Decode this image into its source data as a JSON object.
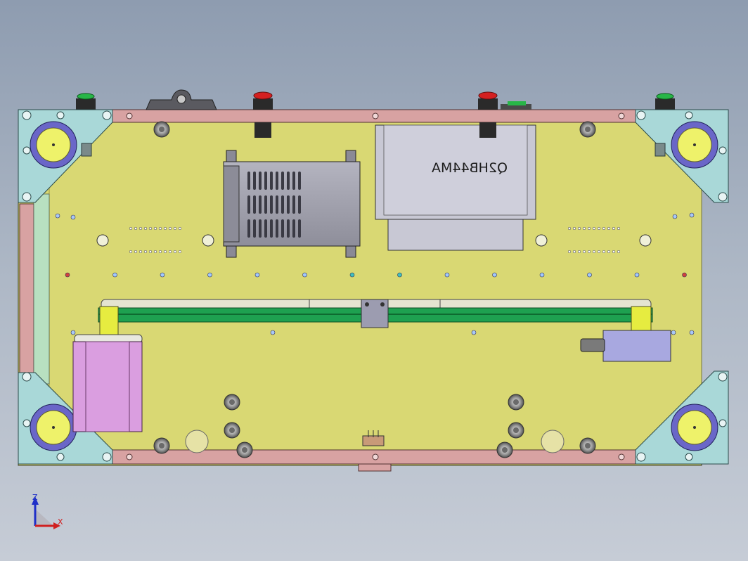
{
  "viewport": {
    "background_top": "#8e9cb0",
    "background_bottom": "#c6ccd6"
  },
  "model": {
    "part_label": "Q2HB44MA",
    "part_label_mirrored": true,
    "colors": {
      "base_plate": "#d9d873",
      "frame_rail": "#d8a2a2",
      "corner_bracket": "#a9d8d8",
      "foot_outer": "#6a66c8",
      "foot_inner": "#eef26a",
      "driver_box": "#c8c8d4",
      "heat_sink": "#9a9aa6",
      "conveyor_belt": "#1ea050",
      "motor_box": "#da9ee0",
      "sensor": "#a8a8e0",
      "button_green": "#28b648",
      "button_red": "#d42020"
    },
    "top_buttons": [
      {
        "name": "green-button",
        "color": "button_green"
      },
      {
        "name": "red-button",
        "color": "button_red"
      },
      {
        "name": "red-button",
        "color": "button_red"
      },
      {
        "name": "green-button",
        "color": "button_green"
      }
    ]
  },
  "triad": {
    "z_label": "Z",
    "x_label": "X",
    "z_color": "#2030c8",
    "x_color": "#d02020"
  }
}
